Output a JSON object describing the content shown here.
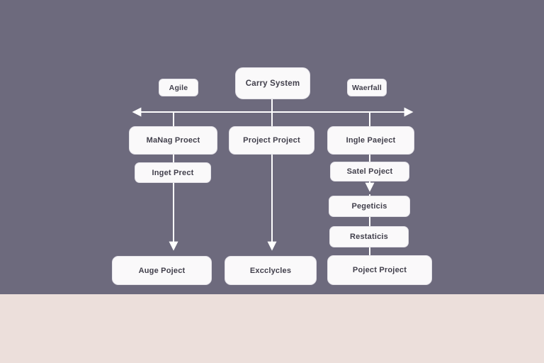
{
  "page": {
    "background_color": "#6D6A7D",
    "footer_band_color": "#ECDFDB"
  },
  "diagram": {
    "type": "flowchart",
    "line_color": "#FFFFFF",
    "node_bg_color": "#FAF9FA",
    "node_text_color": "#413F4B",
    "nodes": {
      "agile": {
        "label": "Agile"
      },
      "carry_system": {
        "label": "Carry System"
      },
      "waerfall": {
        "label": "Waerfall"
      },
      "manag_proect": {
        "label": "MaNag Proect"
      },
      "project_project": {
        "label": "Project Project"
      },
      "ingle_paeject": {
        "label": "Ingle Paeject"
      },
      "inget_prect": {
        "label": "Inget Prect"
      },
      "satel_poject": {
        "label": "Satel Poject"
      },
      "pegeticis": {
        "label": "Pegeticis"
      },
      "restaticis": {
        "label": "Restaticis"
      },
      "auge_poject": {
        "label": "Auge Poject"
      },
      "excclycles": {
        "label": "Excclycles"
      },
      "poject_project": {
        "label": "Poject Project"
      }
    },
    "edges": [
      {
        "from": "carry_system",
        "to": "horizontal_bar",
        "arrow": "none"
      },
      {
        "from": "horizontal_bar",
        "to": "horizontal_bar",
        "arrow": "both-ends-left-right"
      },
      {
        "from": "horizontal_bar",
        "to": "manag_proect",
        "arrow": "none"
      },
      {
        "from": "horizontal_bar",
        "to": "project_project",
        "arrow": "none"
      },
      {
        "from": "horizontal_bar",
        "to": "ingle_paeject",
        "arrow": "none"
      },
      {
        "from": "manag_proect",
        "to": "inget_prect",
        "arrow": "none"
      },
      {
        "from": "inget_prect",
        "to": "auge_poject",
        "arrow": "down"
      },
      {
        "from": "project_project",
        "to": "excclycles",
        "arrow": "down"
      },
      {
        "from": "ingle_paeject",
        "to": "satel_poject",
        "arrow": "none"
      },
      {
        "from": "satel_poject",
        "to": "pegeticis",
        "arrow": "down"
      },
      {
        "from": "pegeticis",
        "to": "restaticis",
        "arrow": "none"
      },
      {
        "from": "restaticis",
        "to": "poject_project",
        "arrow": "none"
      }
    ]
  }
}
